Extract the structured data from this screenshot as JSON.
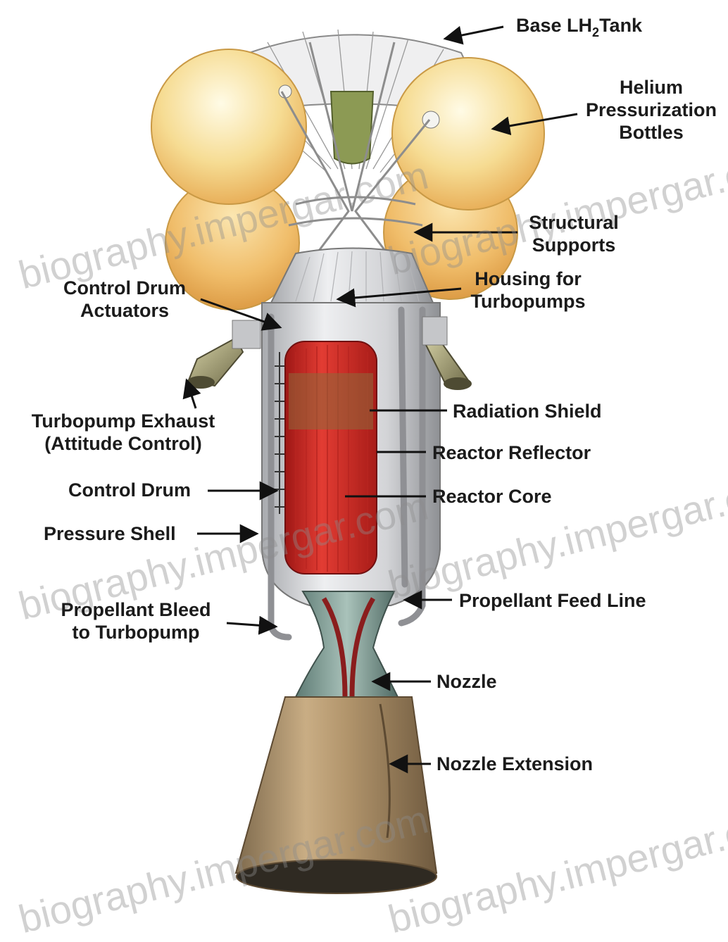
{
  "labels": {
    "base_tank_prefix": "Base LH",
    "base_tank_sub": "2",
    "base_tank_suffix": "Tank",
    "helium_line1": "Helium",
    "helium_line2": "Pressurization",
    "helium_line3": "Bottles",
    "structural_line1": "Structural",
    "structural_line2": "Supports",
    "control_drum_act_line1": "Control Drum",
    "control_drum_act_line2": "Actuators",
    "housing_line1": "Housing for",
    "housing_line2": "Turbopumps",
    "turbo_exhaust_line1": "Turbopump Exhaust",
    "turbo_exhaust_line2": "(Attitude Control)",
    "radiation_shield": "Radiation Shield",
    "reactor_reflector": "Reactor Reflector",
    "control_drum": "Control Drum",
    "reactor_core": "Reactor Core",
    "pressure_shell": "Pressure Shell",
    "propellant_bleed_line1": "Propellant Bleed",
    "propellant_bleed_line2": "to Turbopump",
    "propellant_feed_line": "Propellant Feed Line",
    "nozzle": "Nozzle",
    "nozzle_extension": "Nozzle Extension"
  },
  "watermark": "biography.impergar.com",
  "colors": {
    "tank_yellow": "#f3d98c",
    "core_red": "#d8312c",
    "housing_grey": "#d9dadc",
    "nozzle_tan": "#b59a73",
    "label_text": "#1b1b1b"
  }
}
